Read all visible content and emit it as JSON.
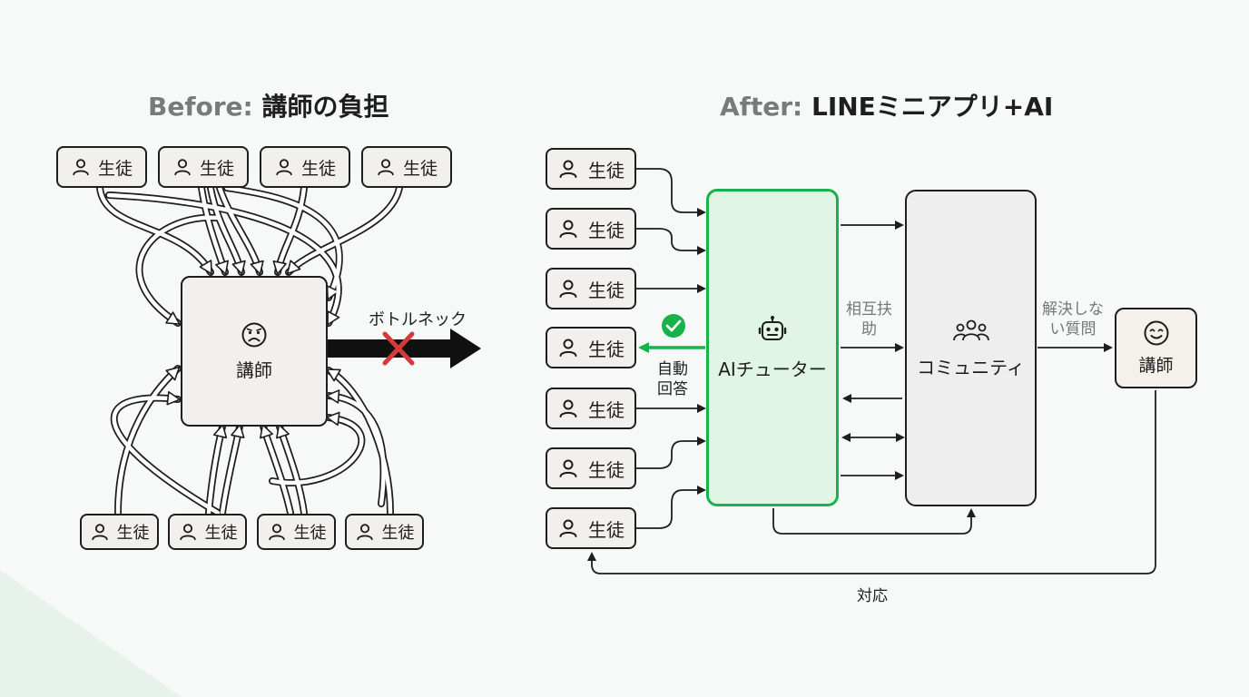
{
  "before": {
    "title_prefix": "Before:",
    "title_main": "講師の負担",
    "students_top": [
      "生徒",
      "生徒",
      "生徒",
      "生徒"
    ],
    "students_bottom": [
      "生徒",
      "生徒",
      "生徒",
      "生徒"
    ],
    "teacher": "講師",
    "bottleneck_label": "ボトルネック"
  },
  "after": {
    "title_prefix": "After:",
    "title_main": "LINEミニアプリ+AI",
    "students": [
      "生徒",
      "生徒",
      "生徒",
      "生徒",
      "生徒",
      "生徒",
      "生徒"
    ],
    "ai_tutor": "AIチューター",
    "auto_reply_line1": "自動",
    "auto_reply_line2": "回答",
    "mutual_help_line1": "相互扶",
    "mutual_help_line2": "助",
    "community": "コミュニティ",
    "unsolved_line1": "解決しな",
    "unsolved_line2": "い質問",
    "teacher": "講師",
    "response_label": "対応"
  },
  "colors": {
    "accent_green": "#16b24a",
    "ai_fill": "#e0f5e5",
    "cross_red": "#d63a3a",
    "line": "#1e1e1e"
  },
  "icons": {
    "student": "person-icon",
    "teacher_before": "worried-face-icon",
    "ai_tutor": "robot-icon",
    "community": "group-icon",
    "teacher_after": "smiling-face-icon",
    "auto_reply": "checkmark-icon",
    "bottleneck": "red-x-icon"
  }
}
